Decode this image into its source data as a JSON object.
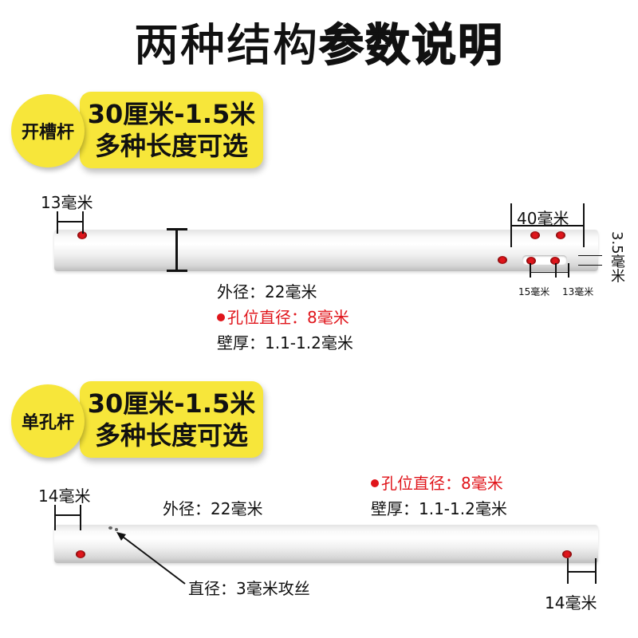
{
  "title": {
    "part1": "两种结构",
    "part2": "参数说明"
  },
  "section1": {
    "tag": "开槽杆",
    "length_line1": "30厘米-1.5米",
    "length_line2": "多种长度可选",
    "end_hole_dist": "13毫米",
    "slot_length": "40毫米",
    "slot_width": "3.5毫米",
    "slot_hole_left": "15毫米",
    "slot_hole_right": "13毫米",
    "outer_diameter": "外径：22毫米",
    "hole_diameter": "孔位直径：8毫米",
    "wall_thickness": "壁厚：1.1-1.2毫米"
  },
  "section2": {
    "tag": "单孔杆",
    "length_line1": "30厘米-1.5米",
    "length_line2": "多种长度可选",
    "left_hole_dist": "14毫米",
    "right_hole_dist": "14毫米",
    "outer_diameter": "外径：22毫米",
    "hole_diameter": "孔位直径：8毫米",
    "wall_thickness": "壁厚：1.1-1.2毫米",
    "tap_hole": "直径：3毫米攻丝"
  },
  "colors": {
    "tag_yellow": "#f7e63a",
    "hole_red": "#e0151b",
    "tube_white": "#f4f4f4"
  },
  "icons": {
    "hole": "red-hole-dot",
    "bullet": "red-bullet-dot"
  }
}
